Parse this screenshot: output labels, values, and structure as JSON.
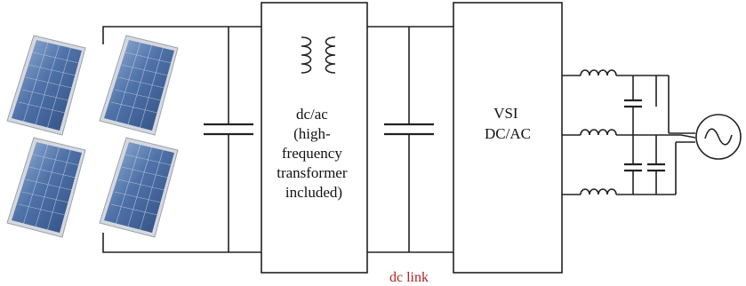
{
  "blocks": {
    "converter": {
      "lines": [
        "dc/ac",
        "(high-",
        "frequency",
        "transformer",
        "included)"
      ]
    },
    "inverter": {
      "lines": [
        "VSI",
        "DC/AC"
      ]
    }
  },
  "labels": {
    "dc_link": "dc link"
  },
  "colors": {
    "dc_link_label": "#b22222",
    "panel_base": "#4b6ea3",
    "panel_frame": "#c9ced6"
  },
  "icons": [
    "solar-panel-icon",
    "transformer-icon",
    "capacitor-icon",
    "inductor-icon",
    "ac-source-icon"
  ]
}
